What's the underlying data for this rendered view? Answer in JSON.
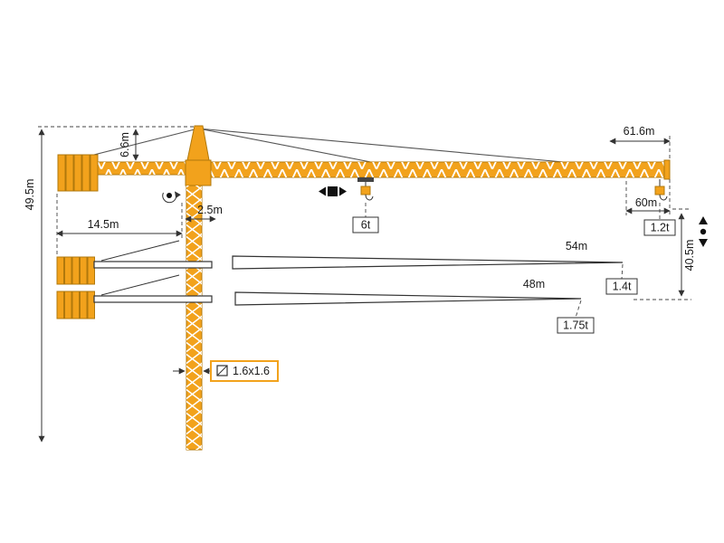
{
  "colors": {
    "crane": "#F2A21C",
    "crane_dark": "#B0780C",
    "line": "#333333"
  },
  "dimensions": {
    "total_height": "49.5m",
    "tower_top": "6.6m",
    "counter_radius": "14.5m",
    "tower_offset": "2.5m",
    "jib_max": "61.6m",
    "jib_60": "60m",
    "under_hook": "40.5m",
    "jib_54": "54m",
    "jib_48": "48m",
    "mast_section": "1.6x1.6"
  },
  "loads": {
    "max": "6t",
    "tip_60": "1.2t",
    "tip_54": "1.4t",
    "tip_48": "1.75t"
  }
}
